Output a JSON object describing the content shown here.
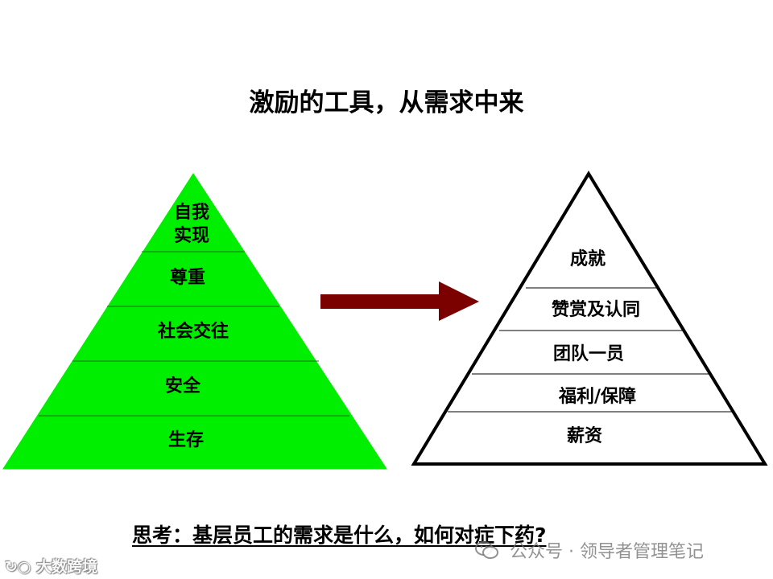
{
  "title": "激励的工具，从需求中来",
  "left_pyramid": {
    "fill_color": "#00ee00",
    "levels": [
      "自我\n实现",
      "尊重",
      "社会交往",
      "安全",
      "生存"
    ]
  },
  "right_pyramid": {
    "levels": [
      "成就",
      "赞赏及认同",
      "团队一员",
      "福利/保障",
      "薪资"
    ]
  },
  "arrow_color": "#7b0000",
  "question": "思考：基层员工的需求是什么，如何对症下药?",
  "watermarks": {
    "left": "大数跨境",
    "right": "公众号 · 领导者管理笔记"
  }
}
